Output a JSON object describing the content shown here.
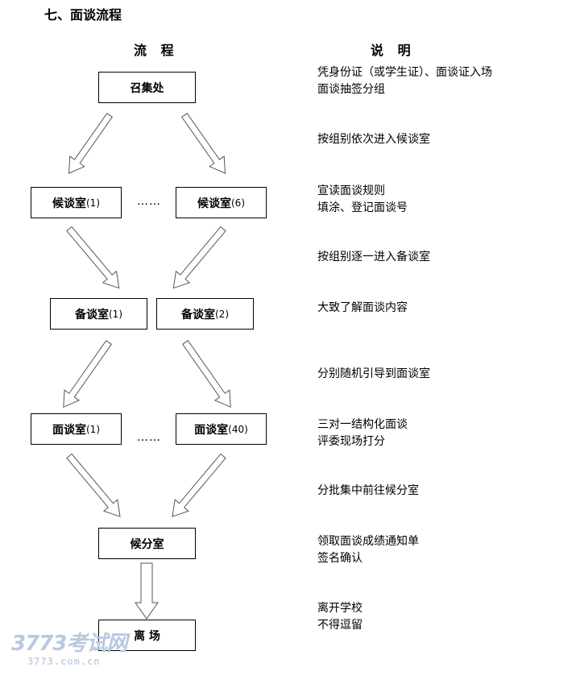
{
  "section_title": "七、面谈流程",
  "headers": {
    "flow": "流 程",
    "explain": "说 明"
  },
  "boxes": {
    "assembly": {
      "label": "召集处"
    },
    "waiting1": {
      "label": "候谈室",
      "num": "(1)"
    },
    "waiting6": {
      "label": "候谈室",
      "num": "(6)"
    },
    "prep1": {
      "label": "备谈室",
      "num": "(1)"
    },
    "prep2": {
      "label": "备谈室",
      "num": "(2)"
    },
    "interview1": {
      "label": "面谈室",
      "num": "(1)"
    },
    "interview40": {
      "label": "面谈室",
      "num": " (40)"
    },
    "score_wait": {
      "label": "候分室"
    },
    "exit": {
      "label": "离 场"
    }
  },
  "ellipsis": "……",
  "descriptions": [
    [
      "凭身份证（或学生证）、面谈证入场",
      "面谈抽签分组"
    ],
    [
      "按组别依次进入候谈室"
    ],
    [
      "宣读面谈规则",
      "填涂、登记面谈号"
    ],
    [
      "按组别逐一进入备谈室"
    ],
    [
      "大致了解面谈内容"
    ],
    [
      "分别随机引导到面谈室"
    ],
    [
      "三对一结构化面谈",
      "评委现场打分"
    ],
    [
      "分批集中前往候分室"
    ],
    [
      "领取面谈成绩通知单",
      "签名确认"
    ],
    [
      "离开学校",
      "不得逗留"
    ]
  ],
  "watermark": {
    "logo": "3773考试网",
    "url": "3773.com.cn"
  }
}
